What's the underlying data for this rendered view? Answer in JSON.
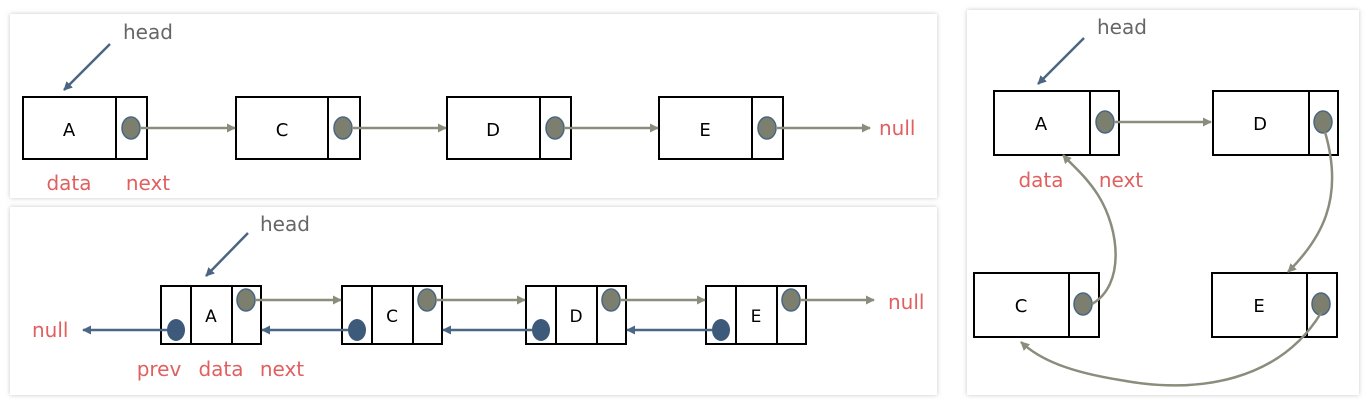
{
  "colors": {
    "box_stroke": "#000000",
    "arrow_gray": "#8a8c7c",
    "arrow_blue": "#4a6682",
    "dot_gray": "#7c7f6e",
    "dot_blue": "#3d5a7a",
    "label_red": "#e06060",
    "label_gray": "#666666",
    "panel_shadow": "#d2d2d2"
  },
  "singly_linked": {
    "head": "head",
    "nodes": [
      "A",
      "C",
      "D",
      "E"
    ],
    "field_labels": {
      "data": "data",
      "next": "next"
    },
    "tail": "null",
    "pointer_icon": "dot-pointer-icon"
  },
  "doubly_linked": {
    "head": "head",
    "nodes": [
      "A",
      "C",
      "D",
      "E"
    ],
    "field_labels": {
      "prev": "prev",
      "data": "data",
      "next": "next"
    },
    "tail_left": "null",
    "tail_right": "null",
    "pointer_icon": "dot-pointer-icon"
  },
  "circular_linked": {
    "head": "head",
    "nodes": [
      "A",
      "D",
      "C",
      "E"
    ],
    "field_labels": {
      "data": "data",
      "next": "next"
    },
    "pointer_icon": "dot-pointer-icon"
  }
}
